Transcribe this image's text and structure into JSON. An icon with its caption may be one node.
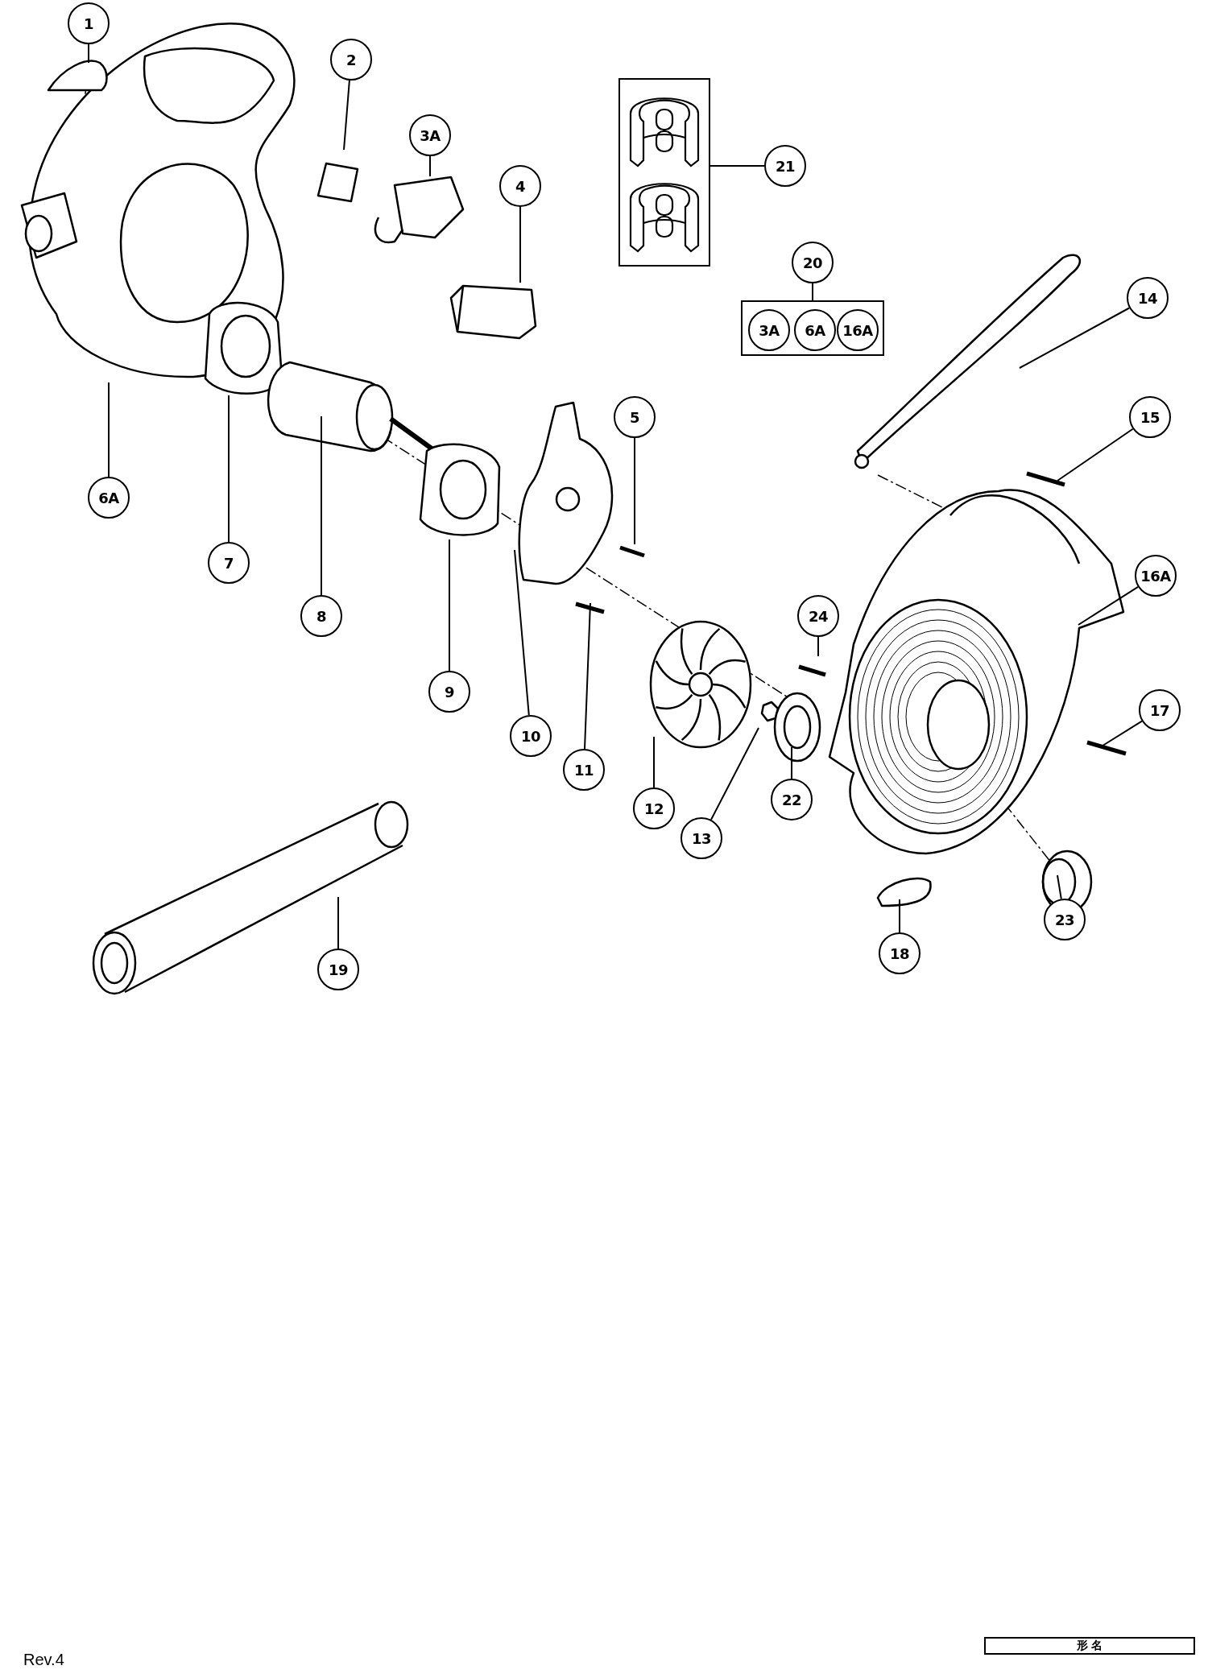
{
  "diagram": {
    "nodes": [
      {
        "text": [
          "1"
        ]
      },
      {
        "text": [
          "2"
        ]
      },
      {
        "text": [
          "3A"
        ]
      },
      {
        "text": [],
        "shape": "box"
      },
      {
        "text": [
          "21"
        ]
      },
      {
        "text": [
          "4"
        ]
      },
      {
        "text": [
          "20"
        ]
      },
      {
        "text": [],
        "shape": "box"
      },
      {
        "text": [
          "3A"
        ],
        "in": 7
      },
      {
        "text": [
          "6A"
        ],
        "in": 7
      },
      {
        "text": [
          "16A"
        ],
        "in": 7
      },
      {
        "text": [
          "14"
        ]
      },
      {
        "text": [
          "5"
        ]
      },
      {
        "text": [
          "15"
        ]
      },
      {
        "text": [
          "6A"
        ]
      },
      {
        "text": [
          "16A"
        ]
      },
      {
        "text": [
          "7"
        ]
      },
      {
        "text": [
          "8"
        ]
      },
      {
        "text": [
          "24"
        ]
      },
      {
        "text": [
          "9"
        ]
      },
      {
        "text": [
          "17"
        ]
      },
      {
        "text": [
          "10"
        ]
      },
      {
        "text": [
          "11"
        ]
      },
      {
        "text": [
          "12"
        ]
      },
      {
        "text": [
          "22"
        ]
      },
      {
        "text": [
          "13"
        ]
      },
      {
        "text": [
          "23"
        ]
      },
      {
        "text": [
          "18"
        ]
      },
      {
        "text": [
          "19"
        ]
      }
    ],
    "edges": [
      {
        "from": 0,
        "to": null,
        "arrow": "none"
      },
      {
        "from": 1,
        "to": null,
        "arrow": "none"
      },
      {
        "from": 2,
        "to": null,
        "arrow": "none"
      },
      {
        "from": 4,
        "to": 3,
        "arrow": "none"
      },
      {
        "from": 5,
        "to": null,
        "arrow": "none"
      },
      {
        "from": 6,
        "to": 7,
        "arrow": "none"
      },
      {
        "from": 11,
        "to": null,
        "arrow": "none"
      },
      {
        "from": 12,
        "to": null,
        "arrow": "none"
      },
      {
        "from": 13,
        "to": null,
        "arrow": "none"
      },
      {
        "from": 14,
        "to": null,
        "arrow": "none"
      },
      {
        "from": 15,
        "to": null,
        "arrow": "none"
      },
      {
        "from": 16,
        "to": null,
        "arrow": "none"
      },
      {
        "from": 17,
        "to": null,
        "arrow": "none"
      },
      {
        "from": 18,
        "to": null,
        "arrow": "none"
      },
      {
        "from": 19,
        "to": null,
        "arrow": "none"
      },
      {
        "from": 20,
        "to": null,
        "arrow": "none"
      },
      {
        "from": 21,
        "to": null,
        "arrow": "none"
      },
      {
        "from": 22,
        "to": null,
        "arrow": "none"
      },
      {
        "from": 23,
        "to": null,
        "arrow": "none"
      },
      {
        "from": 24,
        "to": null,
        "arrow": "none"
      },
      {
        "from": 25,
        "to": null,
        "arrow": "none"
      },
      {
        "from": 26,
        "to": null,
        "arrow": "none"
      },
      {
        "from": 27,
        "to": null,
        "arrow": "none"
      },
      {
        "from": 28,
        "to": null,
        "arrow": "none"
      }
    ],
    "labels": [
      "形 名",
      "Rev.4"
    ]
  }
}
